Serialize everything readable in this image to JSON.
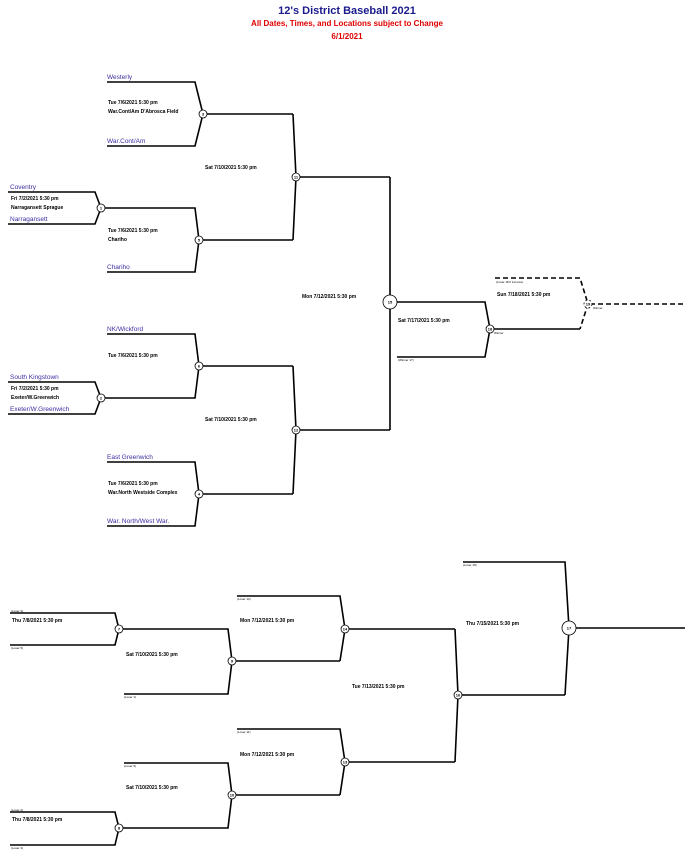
{
  "header": {
    "title": "12's District Baseball 2021",
    "subtitle": "All Dates, Times, and Locations subject to Change",
    "date": "6/1/2021"
  },
  "teams": {
    "westerly": "Westerly",
    "warcont": "War.Cont/Am",
    "coventry": "Coventry",
    "narragansett": "Narragansett",
    "chariho": "Chariho",
    "nk": "NK/Wickford",
    "sk": "South Kingstown",
    "exeter": "Exeter/W.Greenwich",
    "eg": "East Greenwich",
    "warnorth": "War. North/West War."
  },
  "games": {
    "g1": {
      "num": "1",
      "when": "Fri 7/2/2021 5:30 pm",
      "where": "Narragansett Sprague"
    },
    "g2": {
      "num": "2",
      "when": "Fri 7/2/2021 5:30 pm",
      "where": "Exeter/W.Greenwich"
    },
    "g3": {
      "num": "3",
      "when": "Tue 7/6/2021 5:30 pm",
      "where": "War.Cont/Am D'Abrosca Field"
    },
    "g4": {
      "num": "4",
      "when": "Tue 7/6/2021 5:30 pm",
      "where": "War.North  Westside Complex"
    },
    "g5": {
      "num": "5",
      "when": "Tue 7/6/2021 5:30 pm",
      "where": "Chariho"
    },
    "g6": {
      "num": "6",
      "when": "Tue 7/6/2021 5:30 pm"
    },
    "g7": {
      "num": "7",
      "when": "Thu 7/8/2021 5:30 pm"
    },
    "g8": {
      "num": "8",
      "when": "Thu 7/8/2021 5:30 pm"
    },
    "g9": {
      "num": "9",
      "when": "Sat 7/10/2021 5:30 pm"
    },
    "g10": {
      "num": "10",
      "when": "Sat 7/10/2021 5:30 pm"
    },
    "g11": {
      "num": "11",
      "when": "Sat 7/10/2021 5:30 pm"
    },
    "g12": {
      "num": "12",
      "when": "Sat 7/10/2021 5:30 pm"
    },
    "g13": {
      "num": "13",
      "when": "Mon 7/12/2021 5:30 pm"
    },
    "g14": {
      "num": "14",
      "when": "Mon 7/12/2021 5:30 pm"
    },
    "g15": {
      "num": "15",
      "when": "Mon 7/12/2021 5:30 pm"
    },
    "g16": {
      "num": "16",
      "when": "Tue 7/13/2021 5:30 pm"
    },
    "g17": {
      "num": "17",
      "when": "Thu 7/15/2021 5:30 pm"
    },
    "g18": {
      "num": "18",
      "when": "Sat 7/17/2021 5:30 pm"
    },
    "g19": {
      "num": "19",
      "when": "Sun 7/18/2021 5:30 pm"
    }
  },
  "slots": {
    "l18": "(Loser 18 if 1st loss)",
    "w19": "Winner",
    "w18": "Winner",
    "w17": "(Winner 17)",
    "g7a": "(Loser 3)",
    "g7b": "(Loser 5)",
    "g9b": "(Loser 1)",
    "g14a": "(Loser 12)",
    "g8a": "(Loser 2)",
    "g8b": "(Loser 4)",
    "g10a": "(Loser 6)",
    "g13a": "(Loser 11)",
    "g17a": "(Loser 15)"
  }
}
